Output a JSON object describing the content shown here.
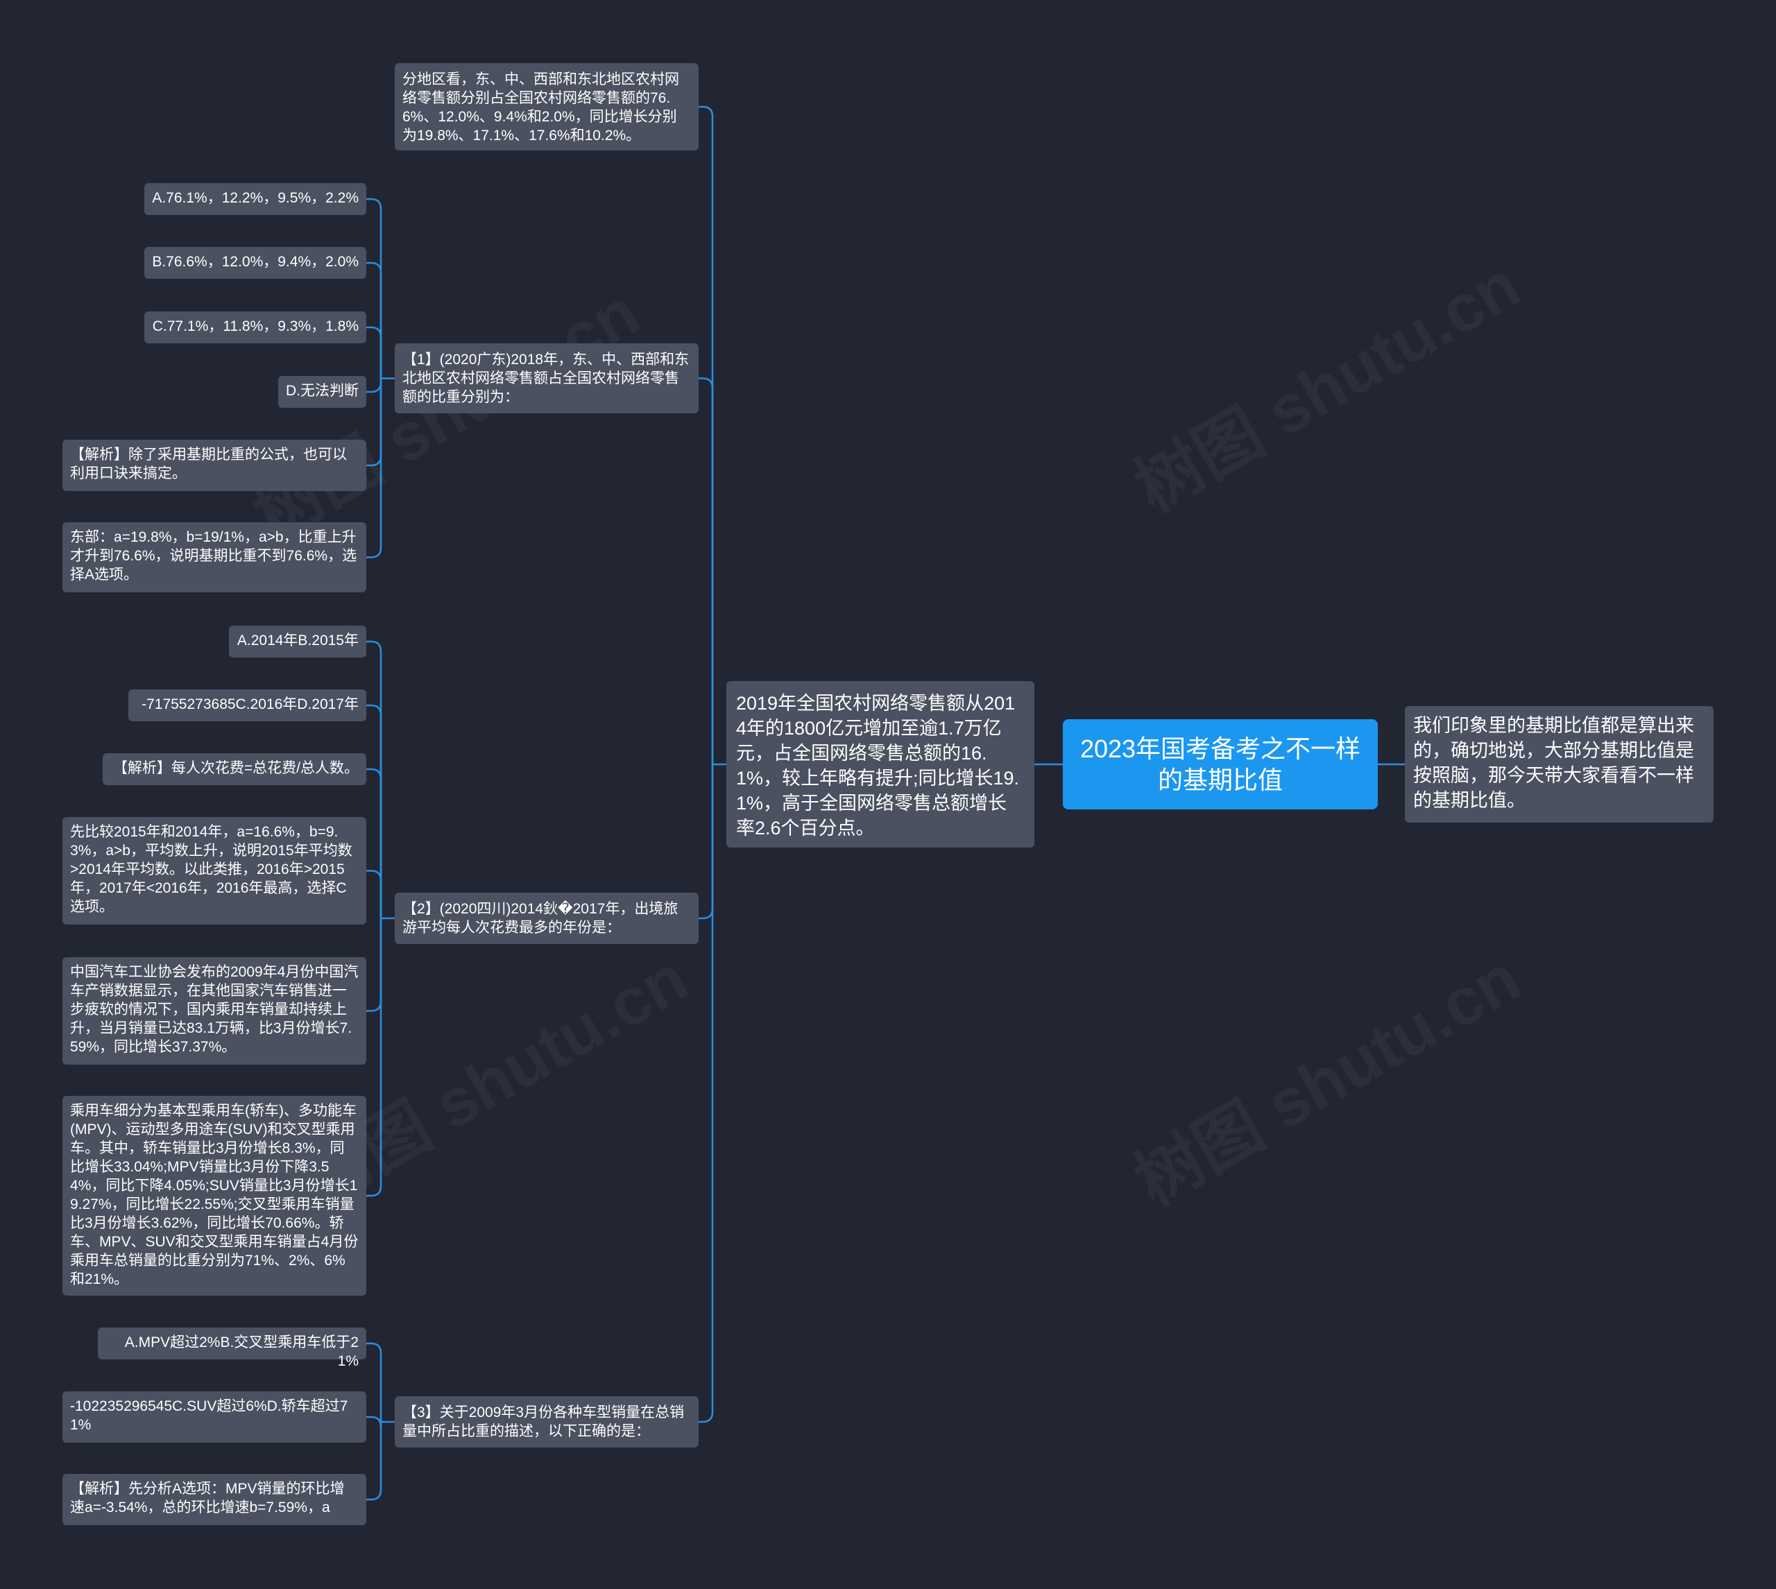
{
  "colors": {
    "background": "#222633",
    "node": "#4b5160",
    "root": "#1b97f0",
    "line": "#2a8fe0"
  },
  "root": {
    "text": "2023年国考备考之不一样的基期比值"
  },
  "intro": {
    "text": "我们印象里的基期比值都是算出来的，确切地说，大部分基期比值是按照脑，那今天带大家看看不一样的基期比值。"
  },
  "main": {
    "text": "2019年全国农村网络零售额从2014年的1800亿元增加至逾1.7万亿元，占全国网络零售总额的16.1%，较上年略有提升;同比增长19.1%，高于全国网络零售总额增长率2.6个百分点。"
  },
  "level1": [
    "分地区看，东、中、西部和东北地区农村网络零售额分别占全国农村网络零售额的76.6%、12.0%、9.4%和2.0%，同比增长分别为19.8%、17.1%、17.6%和10.2%。",
    "【1】(2020广东)2018年，东、中、西部和东北地区农村网络零售额占全国农村网络零售额的比重分别为：",
    "【2】(2020四川)2014鈥�2017年，出境旅游平均每人次花费最多的年份是：",
    "【3】关于2009年3月份各种车型销量在总销量中所占比重的描述，以下正确的是："
  ],
  "q1_children": [
    "A.76.1%，12.2%，9.5%，2.2%",
    "B.76.6%，12.0%，9.4%，2.0%",
    "C.77.1%，11.8%，9.3%，1.8%",
    "D.无法判断",
    "【解析】除了采用基期比重的公式，也可以利用口诀来搞定。",
    "东部：a=19.8%，b=19/1%，a>b，比重上升才升到76.6%，说明基期比重不到76.6%，选择A选项。"
  ],
  "q2_children": [
    "A.2014年B.2015年",
    "-71755273685C.2016年D.2017年",
    "【解析】每人次花费=总花费/总人数。",
    "先比较2015年和2014年，a=16.6%，b=9.3%，a>b，平均数上升，说明2015年平均数>2014年平均数。以此类推，2016年>2015年，2017年<2016年，2016年最高，选择C选项。",
    "中国汽车工业协会发布的2009年4月份中国汽车产销数据显示，在其他国家汽车销售进一步疲软的情况下，国内乘用车销量却持续上升，当月销量已达83.1万辆，比3月份增长7.59%，同比增长37.37%。",
    "乘用车细分为基本型乘用车(轿车)、多功能车(MPV)、运动型多用途车(SUV)和交叉型乘用车。其中，轿车销量比3月份增长8.3%，同比增长33.04%;MPV销量比3月份下降3.54%，同比下降4.05%;SUV销量比3月份增长19.27%，同比增长22.55%;交叉型乘用车销量比3月份增长3.62%，同比增长70.66%。轿车、MPV、SUV和交叉型乘用车销量占4月份乘用车总销量的比重分别为71%、2%、6%和21%。"
  ],
  "q3_children": [
    "A.MPV超过2%B.交叉型乘用车低于21%",
    "-102235296545C.SUV超过6%D.轿车超过71%",
    "【解析】先分析A选项：MPV销量的环比增速a=-3.54%，总的环比增速b=7.59%，a"
  ],
  "watermark": "树图 shutu.cn"
}
